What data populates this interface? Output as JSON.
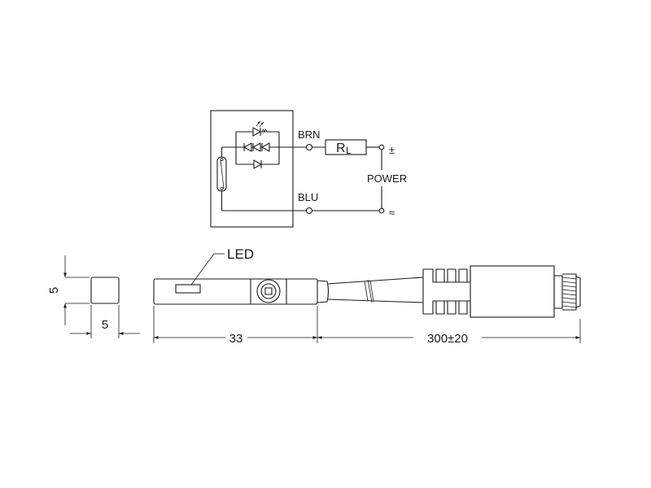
{
  "circuit": {
    "brown_wire_label": "BRN",
    "blue_wire_label": "BLU",
    "load_resistor_main": "R",
    "load_resistor_sub": "L",
    "power_label": "POWER",
    "terminal_top_symbol": "±",
    "terminal_bottom_symbol": "≈"
  },
  "drawing": {
    "led_label": "LED",
    "end_view_height": "5",
    "end_view_width": "5",
    "body_length": "33",
    "cable_length": "300±20"
  }
}
